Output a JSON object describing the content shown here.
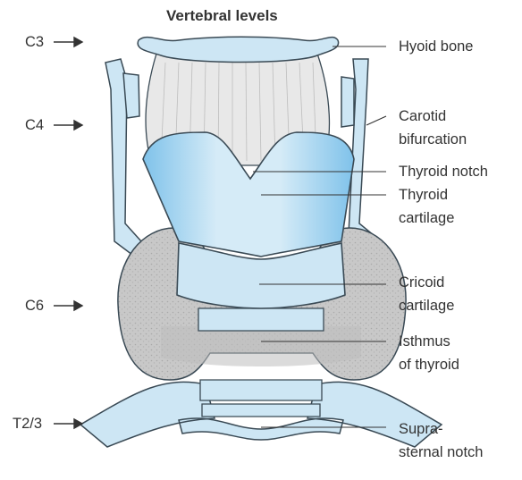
{
  "heading": "Vertebral levels",
  "vertebral_levels": [
    {
      "id": "c3",
      "label": "C3"
    },
    {
      "id": "c4",
      "label": "C4"
    },
    {
      "id": "c6",
      "label": "C6"
    },
    {
      "id": "t23",
      "label": "T2/3"
    }
  ],
  "labels": {
    "hyoid_bone": "Hyoid bone",
    "carotid_bifurcation_1": "Carotid",
    "carotid_bifurcation_2": "bifurcation",
    "thyroid_notch": "Thyroid notch",
    "thyroid_cartilage_1": "Thyroid",
    "thyroid_cartilage_2": "cartilage",
    "cricoid_cartilage_1": "Cricoid",
    "cricoid_cartilage_2": "cartilage",
    "isthmus_1": "Isthmus",
    "isthmus_2": "of thyroid",
    "suprasternal_1": "Supra-",
    "suprasternal_2": "sternal notch"
  },
  "colors": {
    "cartilage_fill": "#cde6f4",
    "cartilage_shade": "#8fc9ea",
    "thyroid_gland": "#c9c9c9",
    "outline": "#3a4a55",
    "text": "#333333"
  }
}
